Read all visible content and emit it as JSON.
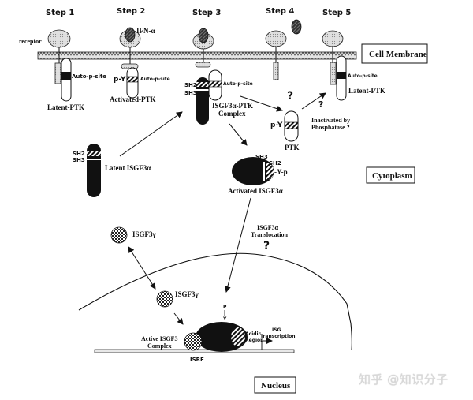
{
  "steps": [
    "Step 1",
    "Step 2",
    "Step 3",
    "Step 4",
    "Step 5"
  ],
  "labels": {
    "receptor": "receptor",
    "ifn": "IFN-α",
    "cell_membrane": "Cell Membrane",
    "cytoplasm": "Cytoplasm",
    "nucleus": "Nucleus",
    "auto_p_site": "Auto-p-site",
    "latent_ptk": "Latent-PTK",
    "activated_ptk": "Activated-PTK",
    "p_y": "p-Y",
    "sh2": "SH2",
    "sh3": "SH3",
    "complex_line1": "ISGF3α-PTK",
    "complex_line2": "Complex",
    "latent_isgf3a": "Latent ISGF3α",
    "ptk": "PTK",
    "question": "?",
    "inactivated_line1": "Inactivated by",
    "inactivated_line2": "Phosphatase ?",
    "y_p": "-Y-p",
    "activated_isgf3a": "Activated ISGF3α",
    "translocation_line1": "ISGF3α",
    "translocation_line2": "Translocation",
    "isgf3g": "ISGF3γ",
    "active_complex_line1": "Active ISGF3",
    "active_complex_line2": "Complex",
    "p": "P",
    "y": "Y",
    "acidic_line1": "Acidic",
    "acidic_line2": "Region",
    "isg_line1": "ISG",
    "isg_line2": "Transcription",
    "isre": "ISRE"
  },
  "watermark": "知乎 @知识分子",
  "colors": {
    "ink": "#111111",
    "membrane_fill": "#d9d9d9",
    "receptor_fill": "#cfcfcf"
  }
}
